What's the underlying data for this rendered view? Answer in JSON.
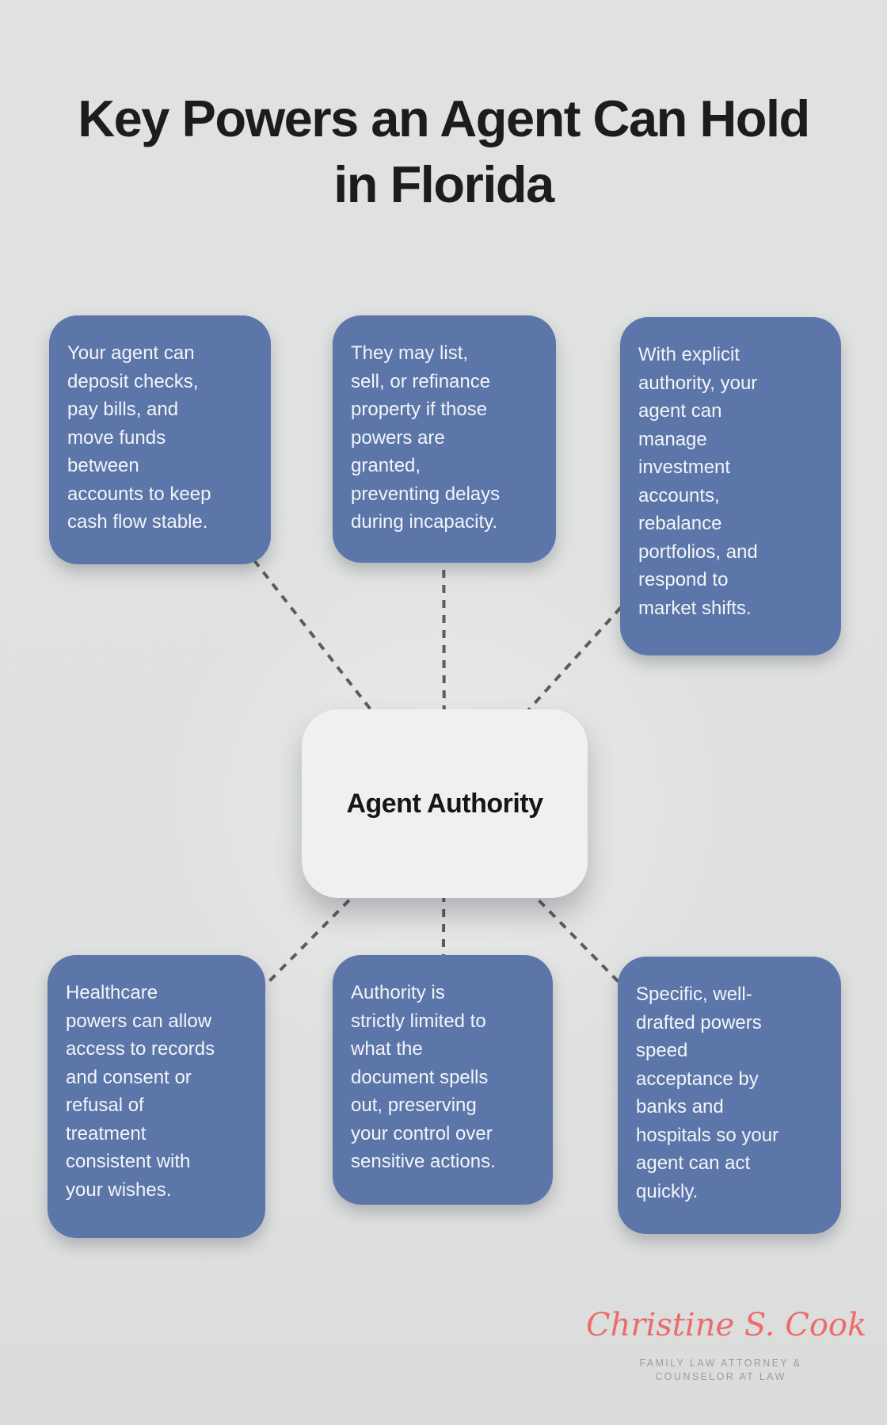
{
  "title": {
    "text": "Key Powers an Agent Can Hold\nin Florida"
  },
  "center_node": {
    "label": "Agent Authority"
  },
  "power_boxes": [
    {
      "name": "banking-cash-flow",
      "text": "Your agent can\ndeposit checks,\npay bills, and\nmove funds\nbetween\naccounts to keep\ncash flow stable."
    },
    {
      "name": "real-estate",
      "text": "They may list,\nsell, or refinance\nproperty if those\npowers are\ngranted,\npreventing delays\nduring incapacity."
    },
    {
      "name": "investments",
      "text": "With explicit\nauthority, your\nagent can\nmanage\ninvestment\naccounts,\nrebalance\nportfolios, and\nrespond to\nmarket shifts."
    },
    {
      "name": "healthcare",
      "text": "Healthcare\npowers can allow\naccess to records\nand consent or\nrefusal of\ntreatment\nconsistent with\nyour wishes."
    },
    {
      "name": "limited-authority",
      "text": "Authority is\nstrictly limited to\nwhat the\ndocument spells\nout, preserving\nyour control over\nsensitive actions."
    },
    {
      "name": "acceptance-speed",
      "text": "Specific, well-\ndrafted powers\nspeed\nacceptance by\nbanks and\nhospitals so your\nagent can act\nquickly."
    }
  ],
  "signature": {
    "name": "Christine S. Cook",
    "tagline": "FAMILY LAW ATTORNEY &\nCOUNSELOR AT LAW"
  },
  "colors": {
    "background": "#dfe1e0",
    "box-fill": "#5c76a9",
    "box-text": "#f3f5f9",
    "center-fill": "#eff0f2",
    "center-text": "#161616",
    "title-text": "#1c1c1c",
    "connector": "#5c5c5c",
    "script": "#ee6b6b",
    "tagline-text": "#9b9b9b"
  }
}
